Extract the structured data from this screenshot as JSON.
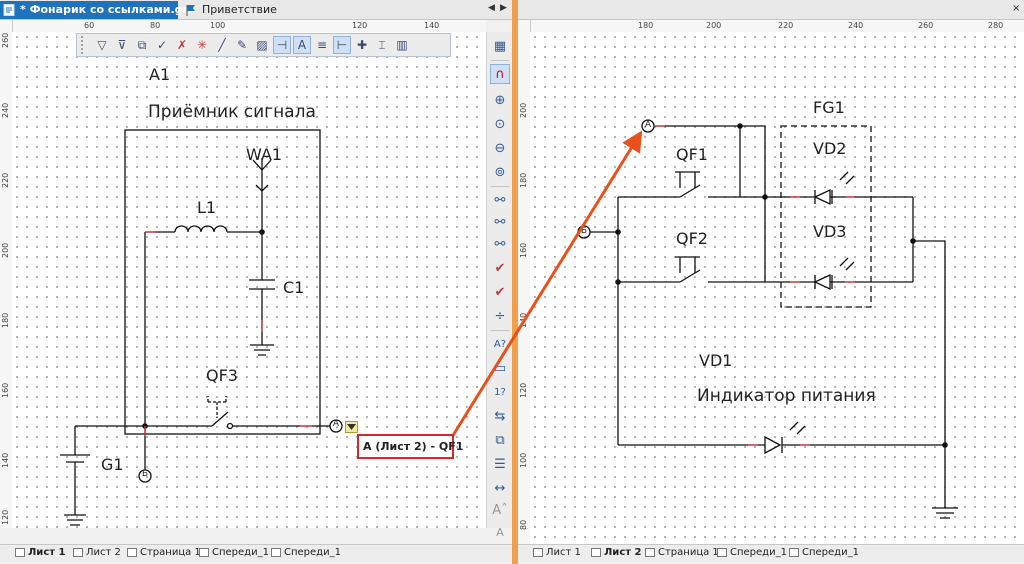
{
  "tabs": [
    {
      "label": "* Фонарик со ссылками.grb",
      "close": "×",
      "active": true,
      "icon": "document-icon"
    },
    {
      "label": "Приветствие",
      "active": false,
      "icon": "flag-icon"
    }
  ],
  "tab_scroll": {
    "left": "◀",
    "right": "▶"
  },
  "left_pane": {
    "ruler_top": [
      "60",
      "80",
      "100",
      "120",
      "140"
    ],
    "ruler_left": [
      "260",
      "240",
      "220",
      "200",
      "180",
      "160",
      "140",
      "120"
    ],
    "sheet_tabs": [
      "Лист 1",
      "Лист 2",
      "Страница 1",
      "Спереди_1",
      "Спереди_1"
    ],
    "active_sheet": "Лист 1",
    "schematic": {
      "block_ref": "A1",
      "block_title": "Приёмник сигнала",
      "antenna": "WA1",
      "inductor": "L1",
      "capacitor": "C1",
      "switch": "QF3",
      "battery": "G1",
      "connector_a": "A",
      "connector_b": "Б"
    },
    "tooltip": "А (Лист 2) - QF1"
  },
  "right_pane": {
    "ruler_top": [
      "180",
      "200",
      "220",
      "240",
      "260",
      "280"
    ],
    "ruler_left": [
      "200",
      "180",
      "160",
      "140",
      "120",
      "100",
      "80"
    ],
    "sheet_tabs": [
      "Лист 1",
      "Лист 2",
      "Страница 1",
      "Спереди_1",
      "Спереди_1"
    ],
    "active_sheet": "Лист 2",
    "schematic": {
      "connector_a": "A",
      "connector_b": "Б",
      "switch1": "QF1",
      "switch2": "QF2",
      "group": "FG1",
      "diode1": "VD2",
      "diode2": "VD3",
      "indicator_ref": "VD1",
      "indicator_title": "Индикатор питания"
    }
  },
  "float_toolbar": {
    "icons": [
      "filter-icon",
      "filter-box-icon",
      "copy-filter-icon",
      "check-filter-icon",
      "clear-filter-icon",
      "snap-point-icon",
      "line-icon",
      "pen-icon",
      "hatch-icon",
      "node-icon",
      "text-tool-icon",
      "align-icon",
      "dimension-icon",
      "crosshair-icon",
      "trim-icon",
      "columns-icon"
    ]
  },
  "vertical_toolbar": {
    "icons": [
      "grid-table-icon",
      "magnet-icon",
      "zoom-in-icon",
      "zoom-window-icon",
      "zoom-out-icon",
      "zoom-fit-icon",
      "glasses-icon",
      "glasses-filter-icon",
      "glasses-arrow-icon",
      "check-cube-icon",
      "double-check-cube-icon",
      "divide-icon",
      "text-box-icon",
      "page-icon",
      "page-number-icon",
      "link-icon",
      "copy-pages-icon",
      "list-icon",
      "spacing-icon",
      "font-increase-icon",
      "font-decrease-icon"
    ]
  },
  "colors": {
    "accent": "#1e73be",
    "splitter": "#f0a04b",
    "arrow": "#e8511c",
    "tooltip_border": "#d62828",
    "wire": "#111111",
    "wire_highlight": "#e03030"
  }
}
